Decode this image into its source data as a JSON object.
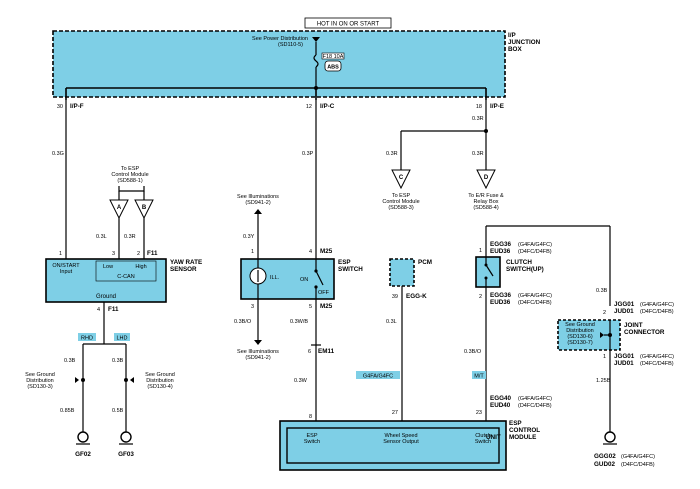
{
  "banner": "HOT IN ON OR START",
  "junction_box": {
    "title_line1": "I/P",
    "title_line2": "JUNCTION",
    "title_line3": "BOX",
    "power_dist_line1": "See Power Distribution",
    "power_dist_line2": "(SD110-5)",
    "fuse_label": "F18 10A",
    "fuse_symbol": "ABS"
  },
  "pins": {
    "p30": "30",
    "ipf": "I/P-F",
    "p12": "12",
    "ipc": "I/P-C",
    "p18": "18",
    "ipe": "I/P-E"
  },
  "wires": {
    "w03g": "0.3G",
    "w03p": "0.3P",
    "w03r_a": "0.3R",
    "w03r_b": "0.3R",
    "w03r_c": "0.3R",
    "w03l_a": "0.3L",
    "w03r_d": "0.3R",
    "w03y": "0.3Y",
    "w03bo_a": "0.3B/O",
    "w03wb": "0.3W/B",
    "w03w": "0.3W",
    "w03b_a": "0.3B",
    "w03b_b": "0.3B",
    "w05b_a": "0.85B",
    "w05b_b": "0.5B",
    "w03l_b": "0.3L",
    "w03bo_b": "0.3B/O",
    "w03b_c": "0.3B",
    "w125b": "1.25B"
  },
  "esp_module_ref": {
    "line1": "To ESP",
    "line2": "Control Module",
    "line3": "(SD588-1)",
    "conn_a": "A",
    "conn_b": "B"
  },
  "yaw_sensor": {
    "title_line1": "YAW RATE",
    "title_line2": "SENSOR",
    "pin1": "1",
    "pin3": "3",
    "pin2": "2",
    "conn": "F11",
    "on_start_line1": "ON/START",
    "on_start_line2": "Input",
    "low": "Low",
    "high": "High",
    "can": "C-CAN",
    "ground": "Ground",
    "pin4": "4",
    "conn2": "F11"
  },
  "variants": {
    "rhd": "RHD",
    "lhd": "LHD",
    "g4fa": "G4FA/G4FC",
    "mt": "M/T"
  },
  "ground_refs": {
    "left_line1": "See Ground",
    "left_line2": "Distribution",
    "left_line3": "(SD130-3)",
    "right_line1": "See Ground",
    "right_line2": "Distribution",
    "right_line3": "(SD130-4)",
    "gf02": "GF02",
    "gf03": "GF03"
  },
  "esp_switch": {
    "title_line1": "ESP",
    "title_line2": "SWITCH",
    "illum_top_line1": "See Illuminations",
    "illum_top_line2": "(SD941-2)",
    "pin1": "1",
    "pin4": "4",
    "conn_top": "M25",
    "ill": "ILL.",
    "on": "ON",
    "off": "OFF",
    "pin3": "3",
    "pin5": "5",
    "conn_bot": "M25",
    "illum_bot_line1": "See Illuminations",
    "illum_bot_line2": "(SD941-2)",
    "em_pin": "6",
    "em": "EM11"
  },
  "ref_c": {
    "conn": "C",
    "line1": "To ESP",
    "line2": "Control Module",
    "line3": "(SD588-3)"
  },
  "ref_d": {
    "conn": "D",
    "line1": "To E/R Fuse &",
    "line2": "Relay Box",
    "line3": "(SD588-4)"
  },
  "pcm": {
    "title": "PCM",
    "pin": "39",
    "conn": "EGG-K"
  },
  "clutch": {
    "title_line1": "CLUTCH",
    "title_line2": "SWITCH(UP)",
    "top_c1": "EGG36",
    "top_v1": "(G4FA/G4FC)",
    "top_c2": "EUD36",
    "top_v2": "(D4FC/D4FB)",
    "pin1": "1",
    "pin2": "2",
    "bot_c1": "EGG36",
    "bot_v1": "(G4FA/G4FC)",
    "bot_c2": "EUD36",
    "bot_v2": "(D4FC/D4FB)",
    "esp_c1": "EGG40",
    "esp_v1": "(G4FA/G4FC)",
    "esp_c2": "EUD40",
    "esp_v2": "(D4FC/D4FB)"
  },
  "joint": {
    "title_line1": "JOINT",
    "title_line2": "CONNECTOR",
    "ref_line1": "See Ground",
    "ref_line2": "Distribution",
    "ref_line3": "(SD130-6)",
    "ref_line4": "(SD130-7)",
    "pin2": "2",
    "pin1": "1",
    "top_c1": "JGG01",
    "top_v1": "(G4FA/G4FC)",
    "top_c2": "JUD01",
    "top_v2": "(D4FC/D4FB)",
    "bot_c1": "JGG01",
    "bot_v1": "(G4FA/G4FC)",
    "bot_c2": "JUD01",
    "bot_v2": "(D4FC/D4FB)",
    "gnd_c1": "GGG02",
    "gnd_v1": "(G4FA/G4FC)",
    "gnd_c2": "GUD02",
    "gnd_v2": "(D4FC/D4FB)"
  },
  "esp_unit": {
    "title_line1": "ESP",
    "title_line2": "CONTROL",
    "title_line3": "MODULE",
    "unit": "UNIT",
    "pin8": "8",
    "pin27": "27",
    "pin23": "23",
    "sw1_line1": "ESP",
    "sw1_line2": "Switch",
    "wheel_line1": "Wheel Speed",
    "wheel_line2": "Sensor Output",
    "clutch_line1": "Clutch",
    "clutch_line2": "Switch"
  }
}
